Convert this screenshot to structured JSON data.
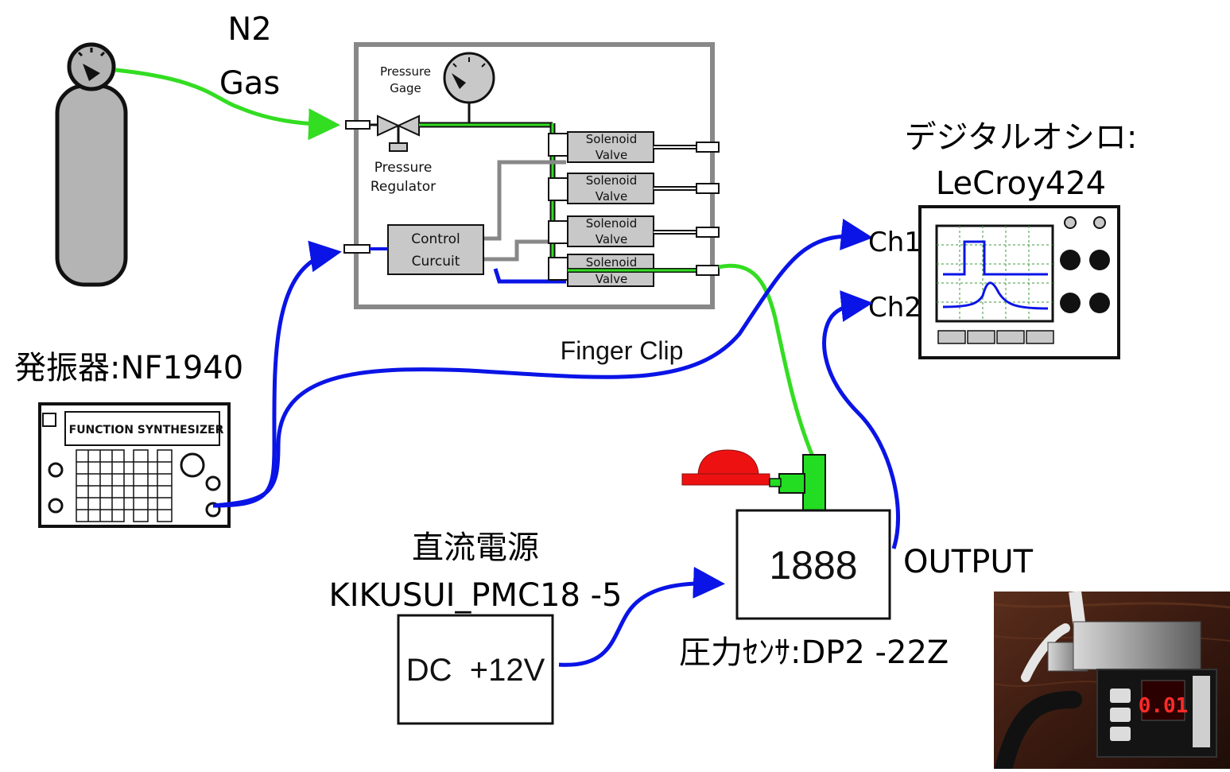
{
  "gas_label": {
    "line1": "N2",
    "line2": "Gas"
  },
  "clip_box": {
    "pressure_gage": {
      "line1": "Pressure",
      "line2": "Gage"
    },
    "pressure_regulator": {
      "line1": "Pressure",
      "line2": "Regulator"
    },
    "control": {
      "line1": "Control",
      "line2": "Curcuit"
    },
    "valves": [
      {
        "line1": "Solenoid",
        "line2": "Valve"
      },
      {
        "line1": "Solenoid",
        "line2": "Valve"
      },
      {
        "line1": "Solenoid",
        "line2": "Valve"
      },
      {
        "line1": "Solenoid",
        "line2": "Valve"
      }
    ],
    "caption": "Finger Clip"
  },
  "oscillator": {
    "title": "発振器:NF1940",
    "panel_text": "FUNCTION SYNTHESIZER"
  },
  "oscilloscope": {
    "title_line1": "デジタルオシロ:",
    "title_line2": "LeCroy424",
    "ch1": "Ch1",
    "ch2": "Ch2"
  },
  "sensor": {
    "display": "1888",
    "output_label": "OUTPUT",
    "name": "圧力ｾﾝｻ:DP2 -22Z"
  },
  "power_supply": {
    "title_line1": "直流電源",
    "title_line2": "KIKUSUI_PMC18 -5",
    "display": "DC  +12V"
  },
  "photo": {
    "display_digits": "0.01"
  },
  "colors": {
    "gas_line": "#33dd22",
    "signal_line": "#0a14e6",
    "control_line": "#888888",
    "sensor_head": "#22dd22",
    "red_cap": "#ee1111",
    "component_fill": "#c8c8c8"
  }
}
